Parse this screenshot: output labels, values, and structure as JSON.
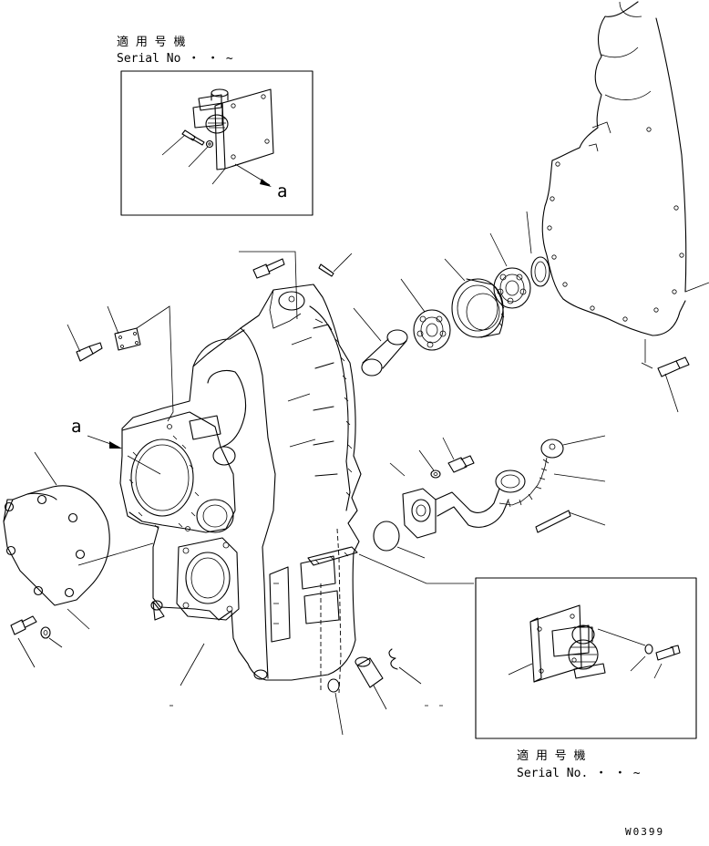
{
  "callouts": {
    "top": {
      "kanji": "適 用 号 機",
      "serial": "Serial No ・ ・ ~"
    },
    "bottom": {
      "kanji": "適 用 号 機",
      "serial": "Serial No. ・ ・ ~"
    }
  },
  "labels": {
    "ref_a_inset": "a",
    "ref_a_main": "a"
  },
  "drawing_number": "W0399"
}
